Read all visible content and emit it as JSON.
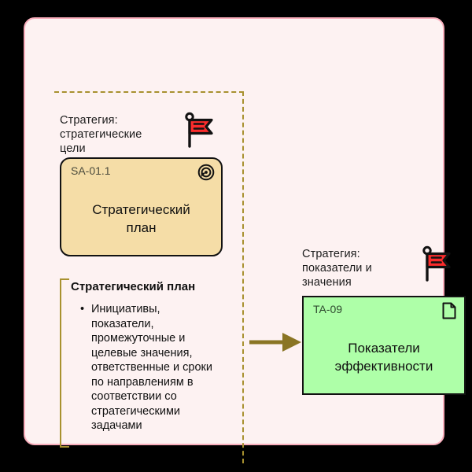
{
  "diagram": {
    "type": "archimate-motivation-diagram",
    "canvas_background": "#000000",
    "panel_background": "#fdf2f2",
    "panel_border_color": "#f9aebc",
    "group_line_color": "#a8912f",
    "arrow_color": "#8a7524"
  },
  "groups": {
    "left": {
      "caption": "Стратегия:\nстратегические\nцели",
      "icon": "red-flag-icon"
    },
    "right": {
      "caption": "Стратегия:\nпоказатели и\nзначения",
      "icon": "red-flag-icon"
    }
  },
  "elements": [
    {
      "id": "SA-01.1",
      "code": "SA-01.1",
      "title": "Стратегический\nплан",
      "fill": "#f5dda7",
      "border": "#121212",
      "shape": "rounded",
      "corner_icon": "goal-spiral-icon"
    },
    {
      "id": "TA-09",
      "code": "TA-09",
      "title": "Показатели\nэффективности",
      "fill": "#aeffa8",
      "border": "#121212",
      "shape": "rectangle",
      "corner_icon": "document-icon"
    }
  ],
  "note": {
    "title": "Стратегический план",
    "bullet_mark": "•",
    "bullets": [
      "Инициативы, показатели, промежуточные и целевые значения, ответственные и сроки по направлениям в соответствии со стратегическими задачами"
    ]
  },
  "connections": [
    {
      "name": "realization-arrow",
      "from": "SA-01.1",
      "to": "TA-09",
      "style": "solid-filled-arrow",
      "color": "#8a7524",
      "label": ""
    }
  ]
}
